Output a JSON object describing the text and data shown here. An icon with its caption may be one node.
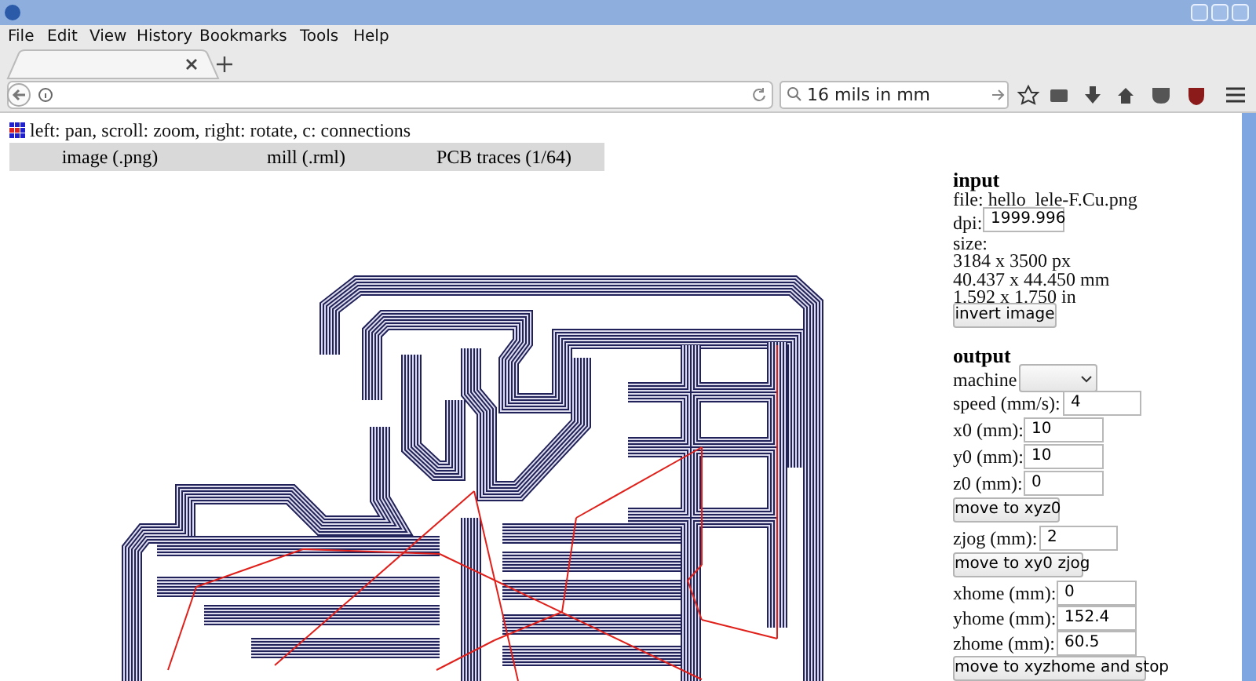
{
  "diagram": {
    "labels": [
      "File",
      "Edit",
      "View",
      "History",
      "Bookmarks",
      "Tools",
      "Help",
      "16 mils in mm",
      "left: pan, scroll: zoom, right: rotate, c: connections",
      "image (.png)",
      "mill (.rml)",
      "PCB traces (1/64)",
      "input",
      "file: hello_lele-F.Cu.png",
      "dpi:",
      "1999.996",
      "size:",
      "3184 x 3500 px",
      "40.437 x 44.450 mm",
      "1.592 x 1.750 in",
      "invert image",
      "output",
      "machine",
      "speed (mm/s):",
      "4",
      "x0 (mm):",
      "10",
      "y0 (mm):",
      "10",
      "z0 (mm):",
      "0",
      "move to xyz0",
      "zjog (mm):",
      "2",
      "move to xy0 zjog",
      "xhome (mm):",
      "0",
      "yhome (mm):",
      "152.4",
      "zhome (mm):",
      "60.5",
      "move to xyzhome and stop"
    ]
  }
}
